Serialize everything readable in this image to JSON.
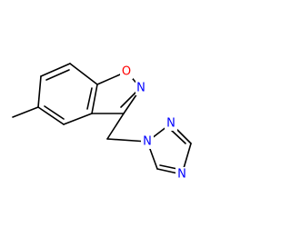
{
  "molecule": {
    "colors": {
      "bond": "#000000",
      "O": "#ff0000",
      "N": "#0000ff"
    },
    "atom_labels": {
      "o1": "O",
      "n2": "N",
      "n_pyrrole": "N",
      "n_tz2": "N",
      "n_tz4": "N"
    }
  }
}
